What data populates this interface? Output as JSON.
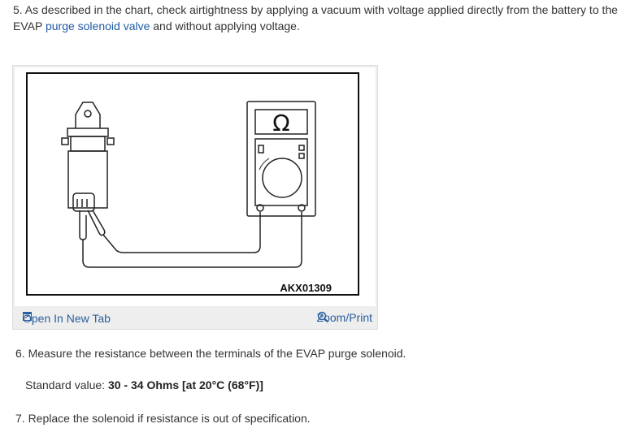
{
  "steps": {
    "step5": {
      "before": "5. As described in the chart, check airtightness by applying a vacuum with voltage applied directly from the battery to the EVAP ",
      "link": "purge solenoid valve",
      "after": " and without applying voltage."
    },
    "step6": "6. Measure the resistance between the terminals of the EVAP purge solenoid.",
    "standard_label": "Standard value: ",
    "standard_value": "30 - 34 Ohms [at 20°C (68°F)]",
    "step7": "7. Replace the solenoid if resistance is out of specification."
  },
  "figure": {
    "code": "AKX01309",
    "meter_symbol": "Ω",
    "open_tab_label": "Open In New Tab",
    "zoom_label": "Zoom/Print",
    "icons": [
      "open-new-tab-icon",
      "zoom-magnifier-icon"
    ],
    "link_color": "#2b5f9e"
  }
}
